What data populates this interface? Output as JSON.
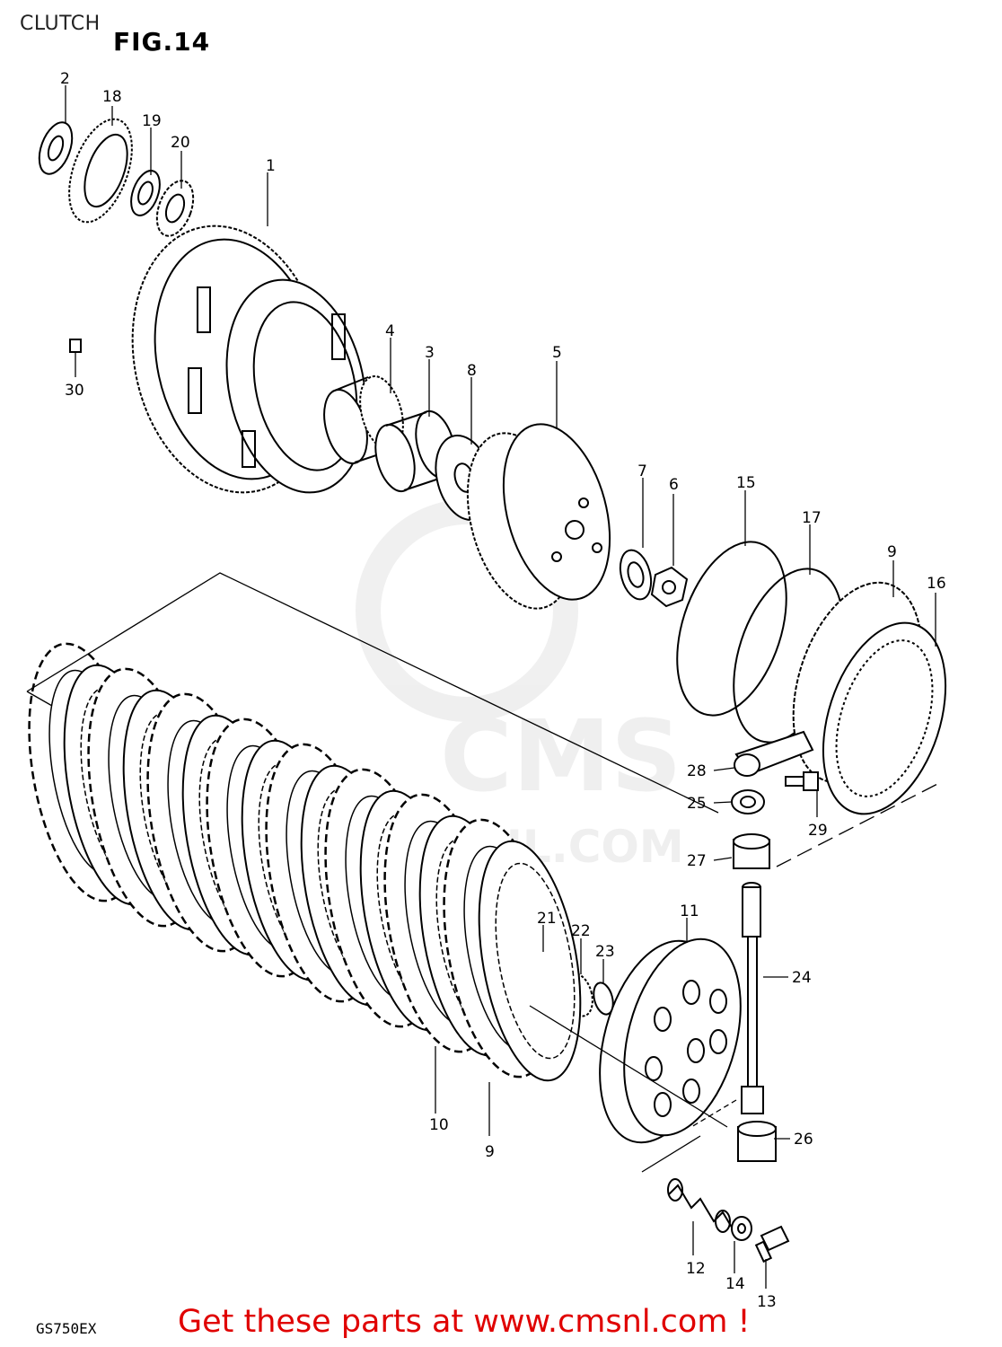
{
  "header": {
    "title": "CLUTCH",
    "figure": "FIG.14"
  },
  "footer": {
    "model": "GS750EX",
    "cta": "Get these parts at www.cmsnl.com !"
  },
  "watermark": {
    "text": "CMS",
    "subtext": "NL.COM"
  },
  "callouts": [
    "1",
    "2",
    "3",
    "4",
    "5",
    "6",
    "7",
    "8",
    "9",
    "9",
    "10",
    "11",
    "12",
    "13",
    "14",
    "15",
    "16",
    "17",
    "18",
    "19",
    "20",
    "21",
    "22",
    "23",
    "24",
    "25",
    "26",
    "27",
    "28",
    "29",
    "30"
  ]
}
